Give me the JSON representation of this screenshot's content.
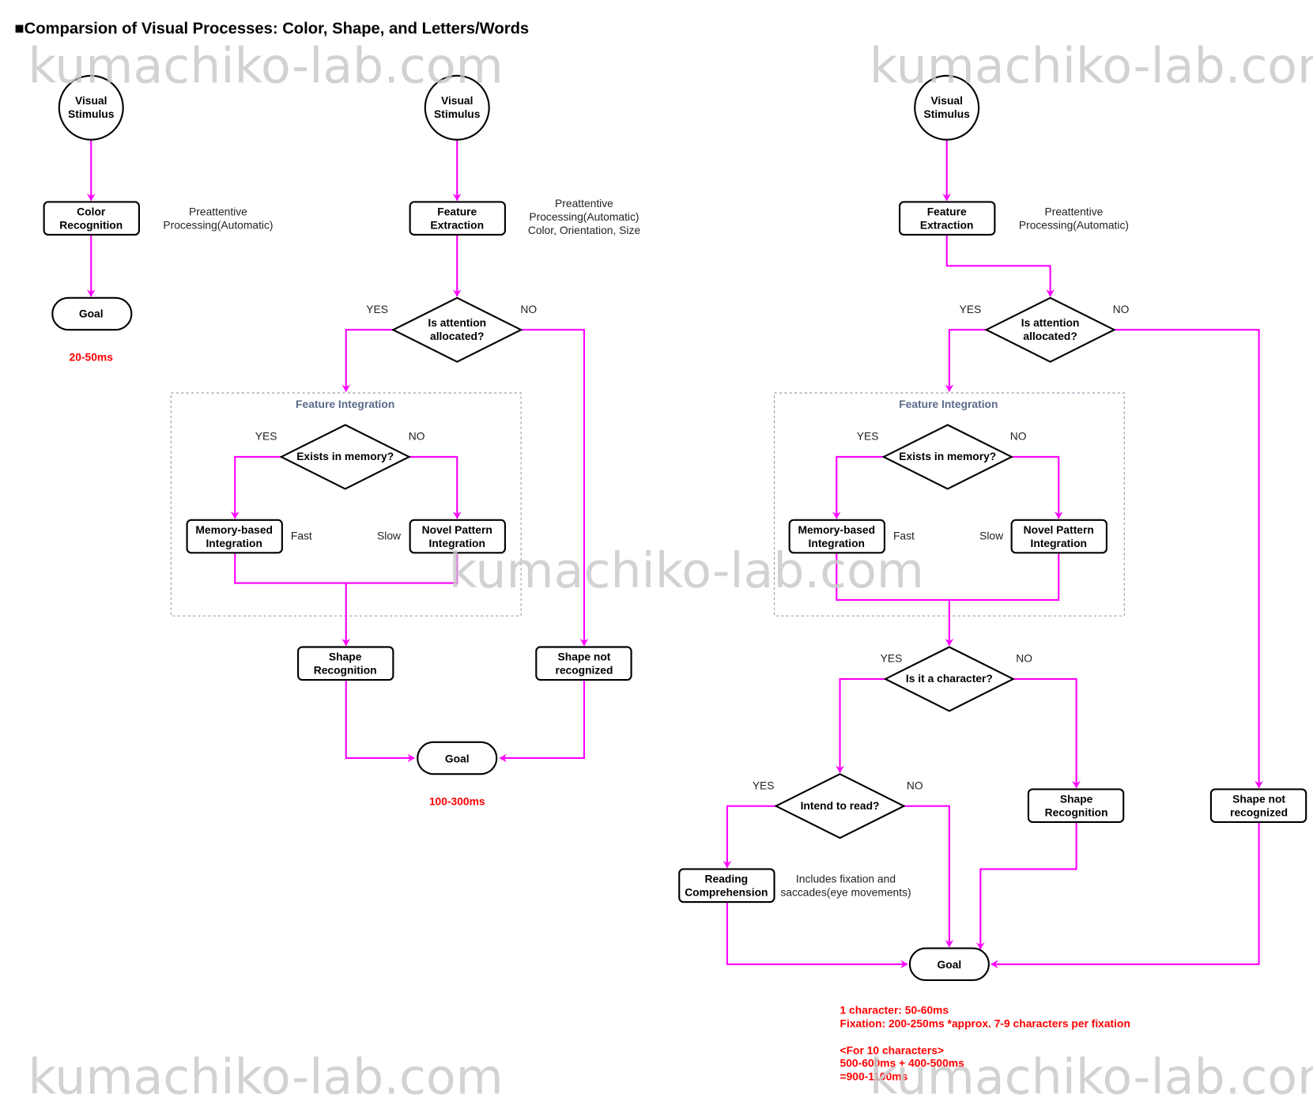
{
  "title": "■Comparsion of Visual Processes: Color, Shape, and Letters/Words",
  "watermark": "kumachiko-lab.com",
  "colors": {
    "edge": "#ff00ff",
    "time": "#ff0000",
    "group_label": "#5a6a8a"
  },
  "color_flow": {
    "stimulus": [
      "Visual",
      "Stimulus"
    ],
    "recognition": [
      "Color",
      "Recognition"
    ],
    "note": [
      "Preattentive",
      "Processing(Automatic)"
    ],
    "goal": "Goal",
    "time": "20-50ms"
  },
  "shape_flow": {
    "stimulus": [
      "Visual",
      "Stimulus"
    ],
    "extraction": [
      "Feature",
      "Extraction"
    ],
    "note": [
      "Preattentive",
      "Processing(Automatic)",
      "Color, Orientation, Size"
    ],
    "attention": [
      "Is attention",
      "allocated?"
    ],
    "yes": "YES",
    "no": "NO",
    "group": "Feature Integration",
    "memory_q": "Exists in memory?",
    "memory_based": [
      "Memory-based",
      "Integration"
    ],
    "novel": [
      "Novel Pattern",
      "Integration"
    ],
    "fast": "Fast",
    "slow": "Slow",
    "shape_recognition": [
      "Shape",
      "Recognition"
    ],
    "not_recognized": [
      "Shape not",
      "recognized"
    ],
    "goal": "Goal",
    "time": "100-300ms"
  },
  "letter_flow": {
    "stimulus": [
      "Visual",
      "Stimulus"
    ],
    "extraction": [
      "Feature",
      "Extraction"
    ],
    "note": [
      "Preattentive",
      "Processing(Automatic)"
    ],
    "attention": [
      "Is attention",
      "allocated?"
    ],
    "yes": "YES",
    "no": "NO",
    "group": "Feature Integration",
    "memory_q": "Exists in memory?",
    "memory_based": [
      "Memory-based",
      "Integration"
    ],
    "novel": [
      "Novel Pattern",
      "Integration"
    ],
    "fast": "Fast",
    "slow": "Slow",
    "character_q": "Is it a character?",
    "read_q": "Intend to read?",
    "reading": [
      "Reading",
      "Comprehension"
    ],
    "reading_note": [
      "Includes fixation and",
      "saccades(eye movements)"
    ],
    "shape_recognition": [
      "Shape",
      "Recognition"
    ],
    "not_recognized": [
      "Shape not",
      "recognized"
    ],
    "goal": "Goal",
    "time": [
      "1 character: 50-60ms",
      "Fixation: 200-250ms *approx. 7-9 characters per fixation",
      "<For 10 characters>",
      "500-600ms + 400-500ms",
      "=900-1100ms"
    ]
  }
}
